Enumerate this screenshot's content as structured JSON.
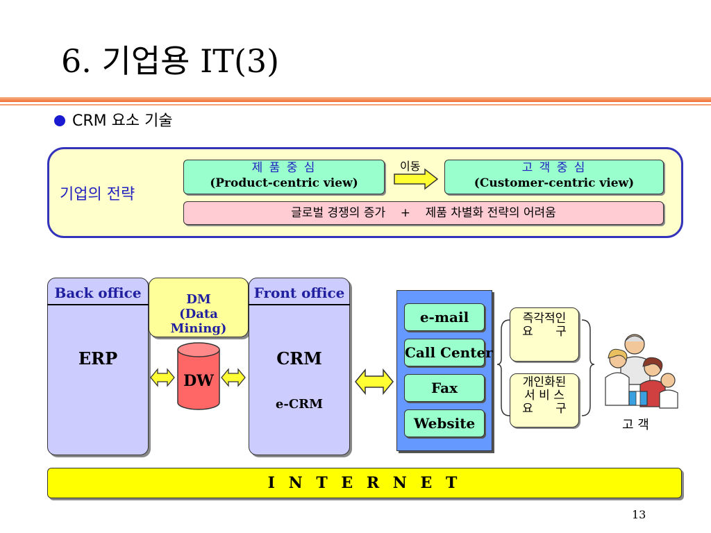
{
  "slide": {
    "title": "6. 기업용 IT(3)",
    "bullet": "CRM 요소 기술",
    "page_number": "13"
  },
  "strategy": {
    "label": "기업의 전략",
    "from": {
      "korean": "제 품 중 심",
      "english": "(Product-centric view)"
    },
    "move_label": "이동",
    "to": {
      "korean": "고 객 중 심",
      "english": "(Customer-centric view)"
    },
    "drivers": "글로벌 경쟁의 증가    +    제품 차별화 전략의 어려움"
  },
  "architecture": {
    "back_office": {
      "header": "Back office",
      "system": "ERP"
    },
    "dm": {
      "line1": "DM",
      "line2": "(Data Mining)"
    },
    "dw": "DW",
    "front_office": {
      "header": "Front office",
      "system": "CRM",
      "sub": "e-CRM"
    },
    "channels": [
      "e-mail",
      "Call Center",
      "Fax",
      "Website"
    ],
    "needs": [
      {
        "line1": "즉각적인",
        "line2": "요      구"
      },
      {
        "line1": "개인화된",
        "line2": "서 비 스",
        "line3": "요      구"
      }
    ],
    "customer_label": "고 객"
  },
  "internet_label": "I N T E R N E T",
  "colors": {
    "accent_rule": "#f07030",
    "panel_border": "#3333bb",
    "mint": "#99ffcc",
    "lavender": "#ccccff",
    "channel_blue": "#6699ff",
    "internet_yellow": "#ffff00"
  }
}
